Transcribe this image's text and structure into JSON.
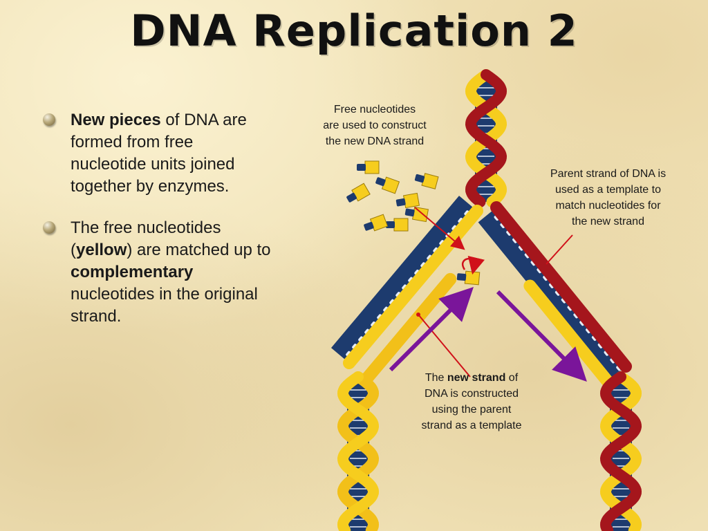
{
  "title": "DNA Replication 2",
  "bullets": [
    {
      "parts": [
        {
          "text": "New pieces",
          "bold": true
        },
        {
          "text": " of DNA are formed from free nucleotide units joined together by enzymes.",
          "bold": false
        }
      ]
    },
    {
      "parts": [
        {
          "text": "The free nucleotides (",
          "bold": false
        },
        {
          "text": "yellow",
          "bold": true
        },
        {
          "text": ") are matched up to ",
          "bold": false
        },
        {
          "text": "complementary",
          "bold": true
        },
        {
          "text": " nucleotides in the original strand.",
          "bold": false
        }
      ]
    }
  ],
  "labels": {
    "free_nucleotides": [
      "Free nucleotides",
      "are used to construct",
      "the new DNA strand"
    ],
    "parent_strand": [
      "Parent strand of DNA is",
      "used as a template to",
      "match nucleotides for",
      "the new strand"
    ],
    "new_strand": {
      "line1_pre": "The ",
      "line1_bold": "new strand",
      "line1_post": " of",
      "line2": "DNA is constructed",
      "line3": "using the parent",
      "line4": "strand as a template"
    }
  },
  "colors": {
    "background": "#f1e3b8",
    "parent_strand": "#a5161c",
    "new_strand": "#f6cd1e",
    "bases": "#1d3b6e",
    "pointer_red": "#d0111a",
    "arrow_purple": "#7a159a"
  }
}
